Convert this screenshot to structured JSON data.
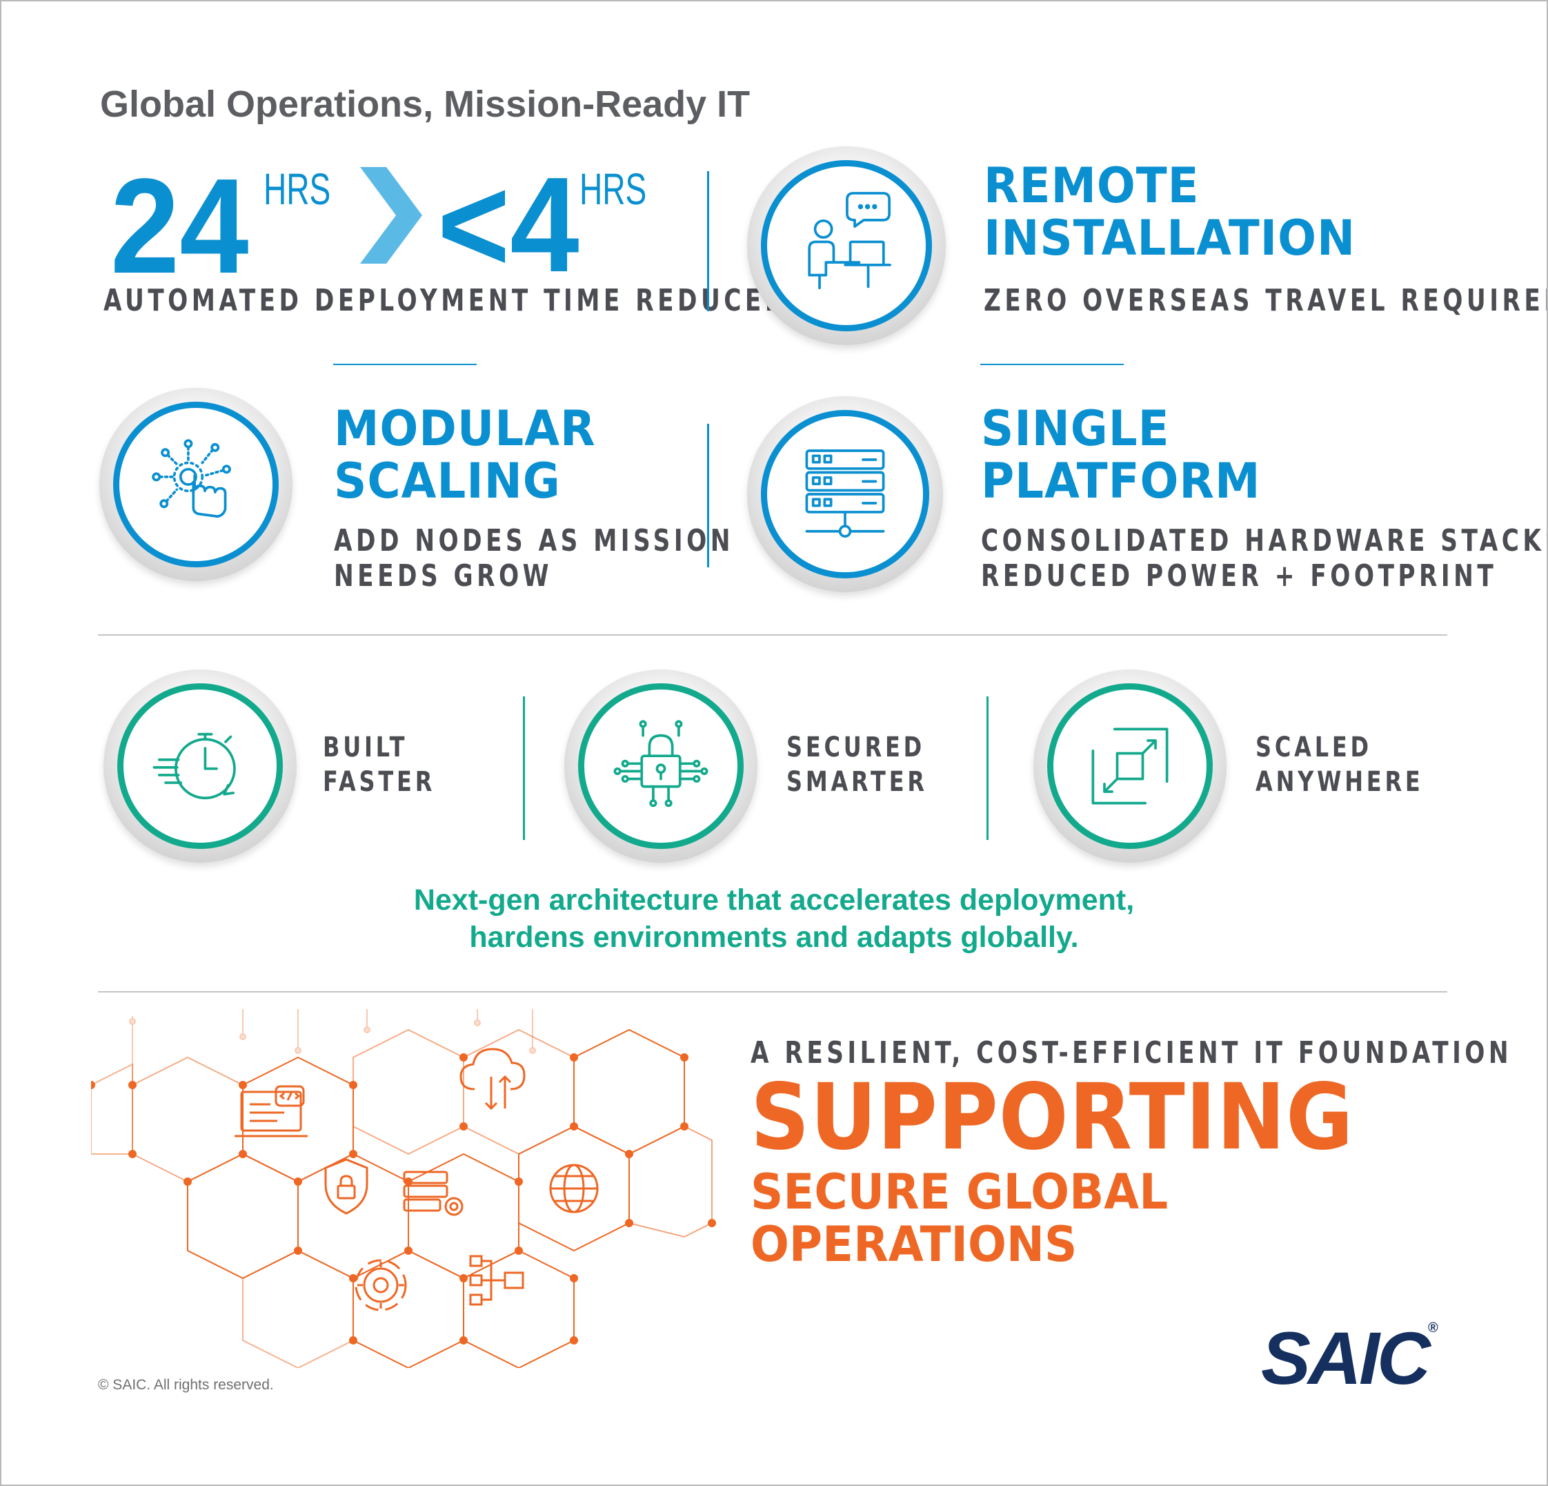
{
  "title": "Global Operations, Mission-Ready IT",
  "deployment": {
    "from_value": "24",
    "from_unit": "HRS",
    "to_value": "<4",
    "to_unit": "HRS",
    "caption": "AUTOMATED DEPLOYMENT TIME REDUCED"
  },
  "features": {
    "remote": {
      "title_line1": "REMOTE",
      "title_line2": "INSTALLATION",
      "caption": "ZERO OVERSEAS TRAVEL REQUIRED",
      "icon": "remote-worker-icon"
    },
    "modular": {
      "title_line1": "MODULAR",
      "title_line2": "SCALING",
      "caption_line1": "ADD NODES AS MISSION",
      "caption_line2": "NEEDS GROW",
      "icon": "touch-network-icon"
    },
    "single": {
      "title_line1": "SINGLE",
      "title_line2": "PLATFORM",
      "caption_line1": "CONSOLIDATED HARDWARE STACKS;",
      "caption_line2": "REDUCED POWER + FOOTPRINT",
      "icon": "server-rack-icon"
    }
  },
  "benefits": [
    {
      "line1": "BUILT",
      "line2": "FASTER",
      "icon": "stopwatch-icon"
    },
    {
      "line1": "SECURED",
      "line2": "SMARTER",
      "icon": "circuit-lock-icon"
    },
    {
      "line1": "SCALED",
      "line2": "ANYWHERE",
      "icon": "expand-square-icon"
    }
  ],
  "tagline": {
    "line1": "Next-gen architecture that accelerates deployment,",
    "line2": "hardens environments and adapts globally."
  },
  "foundation": {
    "kicker": "A RESILIENT, COST-EFFICIENT IT FOUNDATION",
    "headline": "SUPPORTING",
    "sub_line1": "SECURE GLOBAL",
    "sub_line2": "OPERATIONS"
  },
  "copyright": "© SAIC. All rights reserved.",
  "logo": {
    "text": "SAIC",
    "mark": "®"
  },
  "colors": {
    "blue": "#0a8fd0",
    "teal": "#12a98c",
    "orange": "#ee6724",
    "gray_text": "#4b4d52",
    "navy": "#152f5f"
  }
}
